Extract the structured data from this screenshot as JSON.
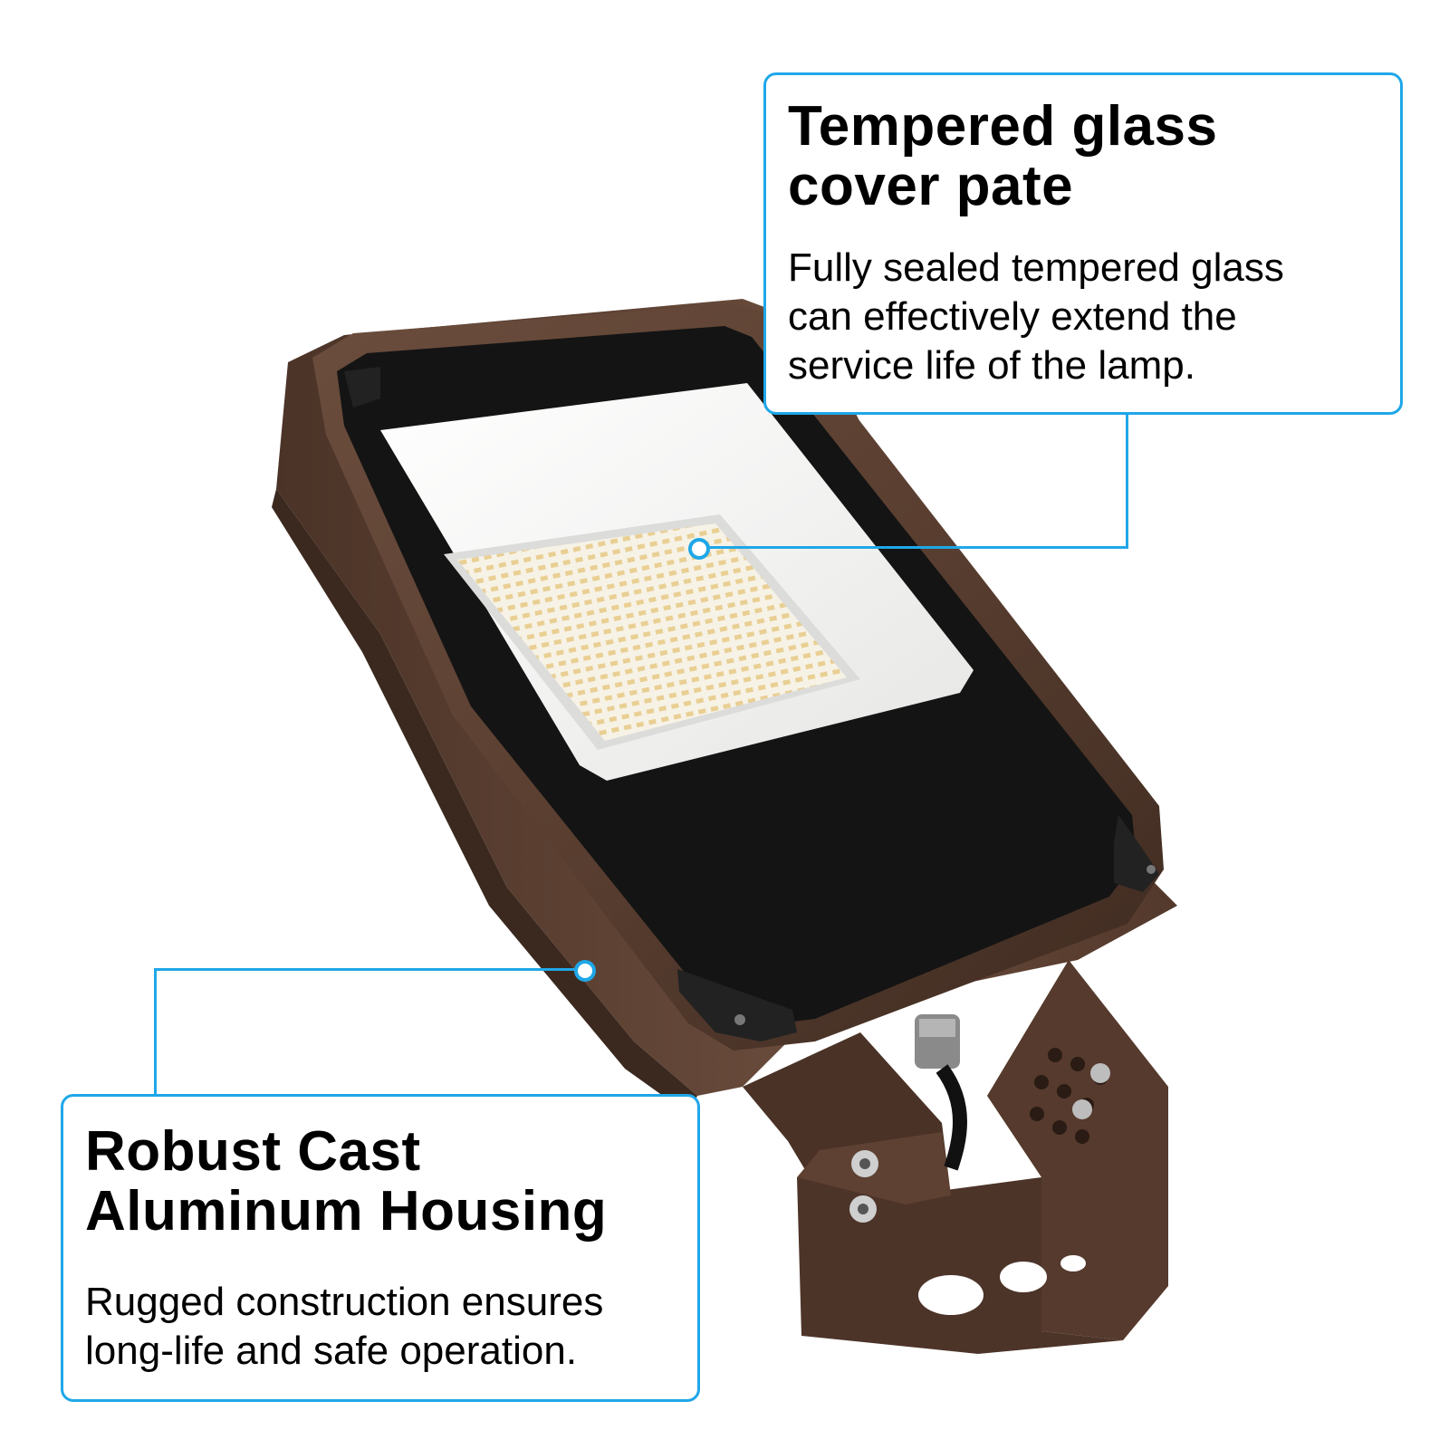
{
  "callouts": {
    "top": {
      "title_lines": [
        "Tempered glass",
        "cover pate"
      ],
      "body_lines": [
        "Fully sealed tempered glass",
        "can effectively extend the",
        "service life of the lamp."
      ]
    },
    "bottom": {
      "title_lines": [
        "Robust Cast",
        "Aluminum Housing"
      ],
      "body_lines": [
        "Rugged construction ensures",
        "long-life and safe operation."
      ]
    }
  },
  "colors": {
    "accent": "#1fa7e8",
    "housing": "#5a3f31",
    "panel": "#141414",
    "reflector": "#f4f4f2",
    "led": "#f3e4bf"
  }
}
